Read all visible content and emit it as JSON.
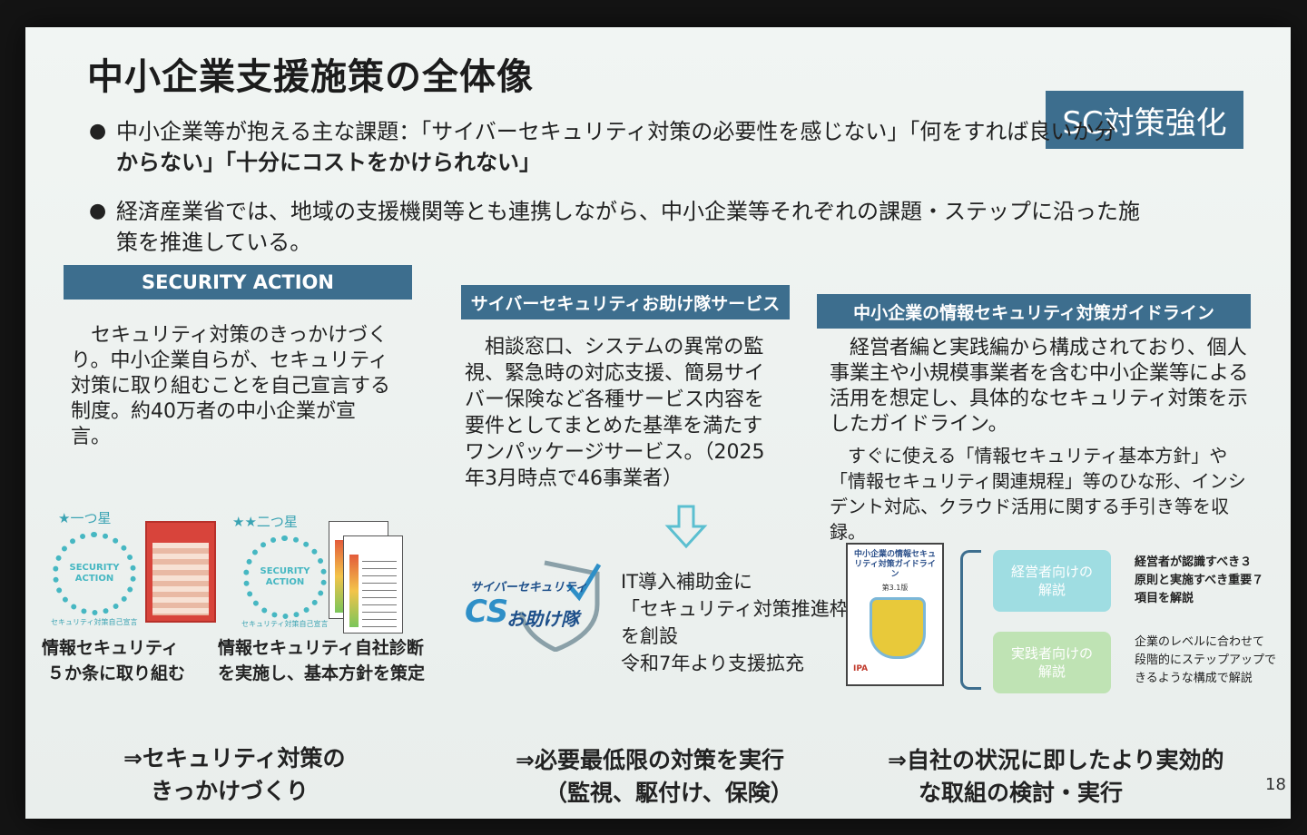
{
  "slide": {
    "title": "中小企業支援施策の全体像",
    "tag": "SC対策強化",
    "page_number": "18",
    "bullets": [
      {
        "line1": "中小企業等が抱える主な課題：「サイバーセキュリティ対策の必要性を感じない」「何をすれば良いか分",
        "line2_bold": "からない」「十分にコストをかけられない」"
      },
      {
        "line1": "経済産業省では、地域の支援機関等とも連携しながら、中小企業等それぞれの課題・ステップに沿った施",
        "line2": "策を推進している。"
      }
    ],
    "col1": {
      "header": "SECURITY ACTION",
      "body": "　セキュリティ対策のきっかけづくり。中小企業自らが、セキュリティ対策に取り組むことを自己宣言する制度。約40万者の中小企業が宣言。",
      "star1": {
        "label": "★一つ星",
        "badge": "SECURITY ACTION",
        "caption": "セキュリティ対策自己宣言",
        "desc1": "情報セキュリティ",
        "desc2": "５か条に取り組む"
      },
      "star2": {
        "label": "★★二つ星",
        "badge": "SECURITY ACTION",
        "caption": "セキュリティ対策自己宣言",
        "desc1": "情報セキュリティ自社診断",
        "desc2": "を実施し、基本方針を策定"
      },
      "conclusion1": "⇒セキュリティ対策の",
      "conclusion2": "きっかけづくり"
    },
    "col2": {
      "header": "サイバーセキュリティお助け隊サービス",
      "body": "　相談窓口、システムの異常の監視、緊急時の対応支援、簡易サイバー保険など各種サービス内容を要件としてまとめた基準を満たすワンパッケージサービス。（2025年3月時点で46事業者）",
      "logo_top": "サイバーセキュリティ",
      "logo_cs": "CS",
      "logo_main": "お助け隊",
      "subsidy": [
        "IT導入補助金に",
        "「セキュリティ対策推進枠」",
        "を創設",
        "令和7年より支援拡充"
      ],
      "conclusion1": "⇒必要最低限の対策を実行",
      "conclusion2": "（監視、駆付け、保険）"
    },
    "col3": {
      "header": "中小企業の情報セキュリティ対策ガイドライン",
      "body1": "　経営者編と実践編から構成されており、個人事業主や小規模事業者を含む中小企業等による活用を想定し、具体的なセキュリティ対策を示したガイドライン。",
      "body2": "　すぐに使える「情報セキュリティ基本方針」や「情報セキュリティ関連規程」等のひな形、インシデント対応、クラウド活用に関する手引き等を収録。",
      "book_title": "中小企業の情報セキュリティ対策ガイドライン",
      "book_version": "第3.1版",
      "book_publisher": "IPA",
      "pill1": "経営者向けの解説",
      "pill2": "実践者向けの解説",
      "note1": [
        "経営者が認識すべき３",
        "原則と実施すべき重要７",
        "項目を解説"
      ],
      "note2": [
        "企業のレベルに合わせて",
        "段階的にステップアップで",
        "きるような構成で解説"
      ],
      "conclusion1": "⇒自社の状況に即したより実効的",
      "conclusion2": "な取組の検討・実行"
    },
    "colors": {
      "header_bg": "#3d6e8e",
      "badge": "#46b7c2",
      "arrow": "#5bbfd0",
      "pill1": "#9fdde2",
      "pill2": "#bfe3b4"
    }
  }
}
